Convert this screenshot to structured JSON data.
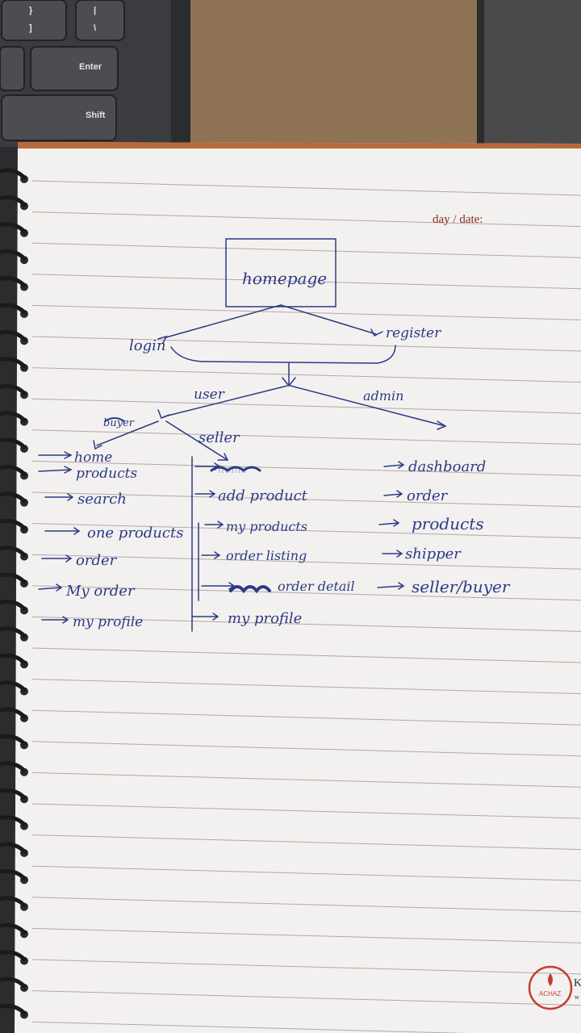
{
  "keyboard": {
    "keys": [
      "}",
      "]",
      "|",
      "\\",
      "Enter",
      "Shift"
    ]
  },
  "notebook": {
    "header_label": "day / date:",
    "brand_text": "ACHAZ",
    "brand_partial": "K",
    "brand_partial2": "w"
  },
  "diagram": {
    "root": "homepage",
    "auth": [
      "login",
      "register"
    ],
    "roles": [
      "user",
      "admin"
    ],
    "user_types": [
      "buyer",
      "seller"
    ],
    "buyer_pages": [
      "home",
      "products",
      "search",
      "one products",
      "order",
      "My order",
      "my profile"
    ],
    "seller_pages": [
      "home",
      "add product",
      "my products",
      "order listing",
      "order detail",
      "my profile"
    ],
    "admin_pages": [
      "dashboard",
      "order",
      "products",
      "shipper",
      "seller/buyer"
    ]
  }
}
